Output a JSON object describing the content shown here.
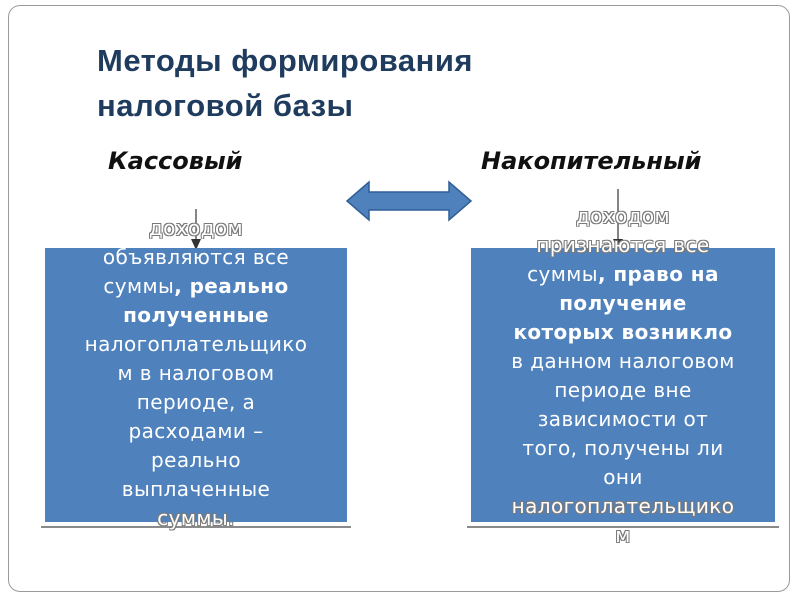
{
  "slide": {
    "title_line1": "Методы формирования",
    "title_line2": "налоговой базы",
    "left_heading": "Кассовый",
    "right_heading": "Накопительный",
    "left_box": {
      "l1": "доходом",
      "l2": "объявляются все",
      "l3a": "суммы",
      "l3b": ", реально",
      "l4": "полученные",
      "l5": "налогоплательщико",
      "l6": "м в налоговом",
      "l7": "периоде, а",
      "l8a": "расходами",
      "l8b": " –",
      "l9": "реально",
      "l10": "выплаченные",
      "l11": "суммы."
    },
    "right_box": {
      "l1": "доходом",
      "l2": "признаются все",
      "l3a": "суммы",
      "l3b": ", право на",
      "l4": "получение",
      "l5": "которых возникло",
      "l6": "в данном налоговом",
      "l7": "периоде вне",
      "l8": "зависимости от",
      "l9": "того, получены ли",
      "l10": "они",
      "l11": "налогоплательщико",
      "l12": "м"
    },
    "colors": {
      "box_fill": "#4f81bd",
      "arrow_fill": "#4f81bd",
      "title": "#1f3b5e"
    },
    "icons": {
      "double_arrow": "double-arrow-icon"
    }
  }
}
